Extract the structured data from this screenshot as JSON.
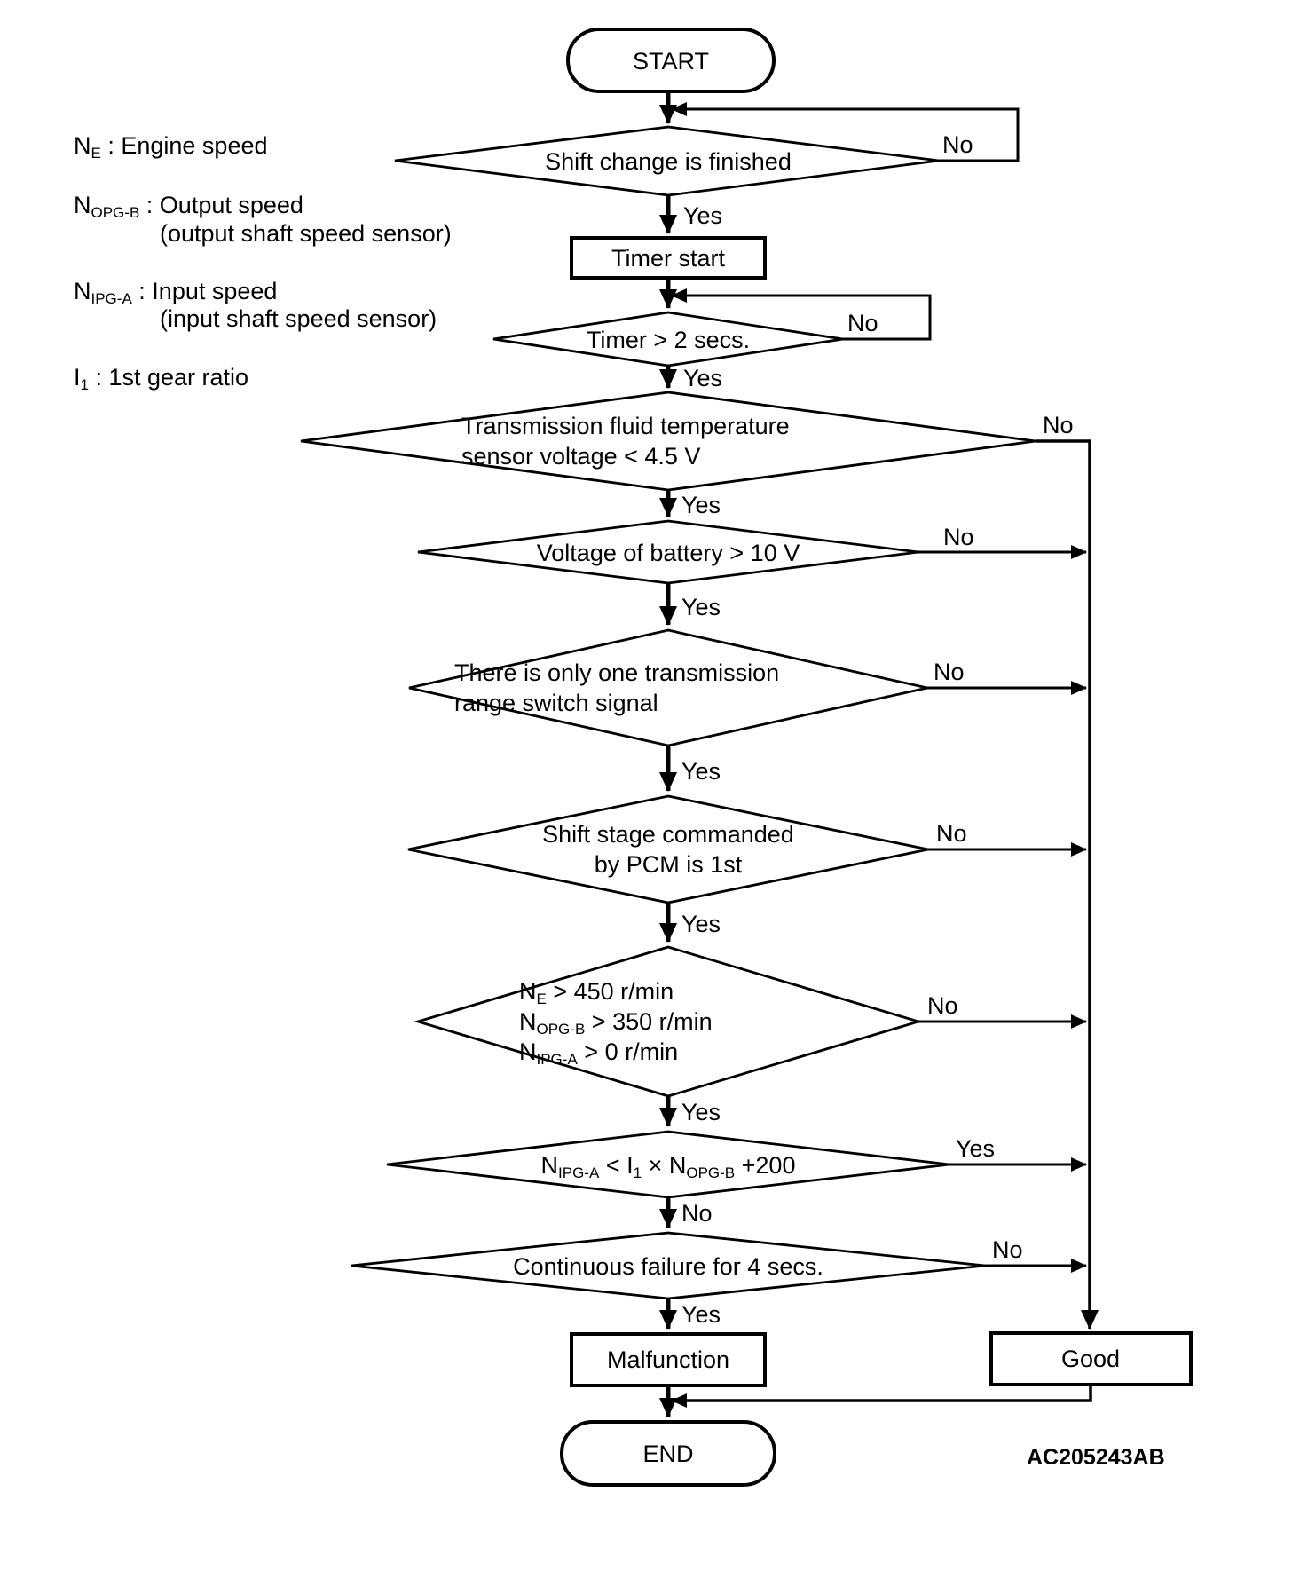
{
  "branch_labels": {
    "yes": "Yes",
    "no": "No"
  },
  "nodes": {
    "start": {
      "label": "START"
    },
    "d_shift_change": {
      "label": "Shift change is finished"
    },
    "p_timer_start": {
      "label": "Timer start"
    },
    "d_timer": {
      "label": "Timer > 2 secs."
    },
    "d_fluid_temp": {
      "line1": "Transmission fluid temperature",
      "line2": "sensor voltage < 4.5 V"
    },
    "d_battery": {
      "label": "Voltage of battery > 10 V"
    },
    "d_range_switch": {
      "line1": "There is only one transmission",
      "line2": "range switch signal"
    },
    "d_shift_stage": {
      "line1": "Shift stage commanded",
      "line2": "by PCM is 1st"
    },
    "d_speeds": {
      "line1": {
        "base": "N",
        "sub": "E",
        "rest": " > 450 r/min"
      },
      "line2": {
        "base": "N",
        "sub": "OPG-B",
        "rest": " > 350 r/min"
      },
      "line3": {
        "base": "N",
        "sub": "IPG-A",
        "rest": " > 0 r/min"
      }
    },
    "d_ratio": {
      "seg1": "N",
      "seg1sub": "IPG-A",
      "seg2": " < I",
      "seg2sub": "1",
      "seg3": " × N",
      "seg3sub": "OPG-B",
      "seg4": " +200"
    },
    "d_continuous": {
      "label": "Continuous failure for 4 secs."
    },
    "p_malfunction": {
      "label": "Malfunction"
    },
    "p_good": {
      "label": "Good"
    },
    "end": {
      "label": "END"
    }
  },
  "legend": {
    "engine": {
      "base": "N",
      "sub": "E",
      "rest": " : Engine speed"
    },
    "output": {
      "base": "N",
      "sub": "OPG-B",
      "rest": " : Output speed",
      "cont": "(output shaft speed sensor)"
    },
    "input": {
      "base": "N",
      "sub": "IPG-A",
      "rest": " : Input speed",
      "cont": "(input shaft speed sensor)"
    },
    "gear": {
      "base": "I",
      "sub": "1",
      "rest": " : 1st gear ratio"
    }
  },
  "footer": {
    "code": "AC205243AB"
  }
}
